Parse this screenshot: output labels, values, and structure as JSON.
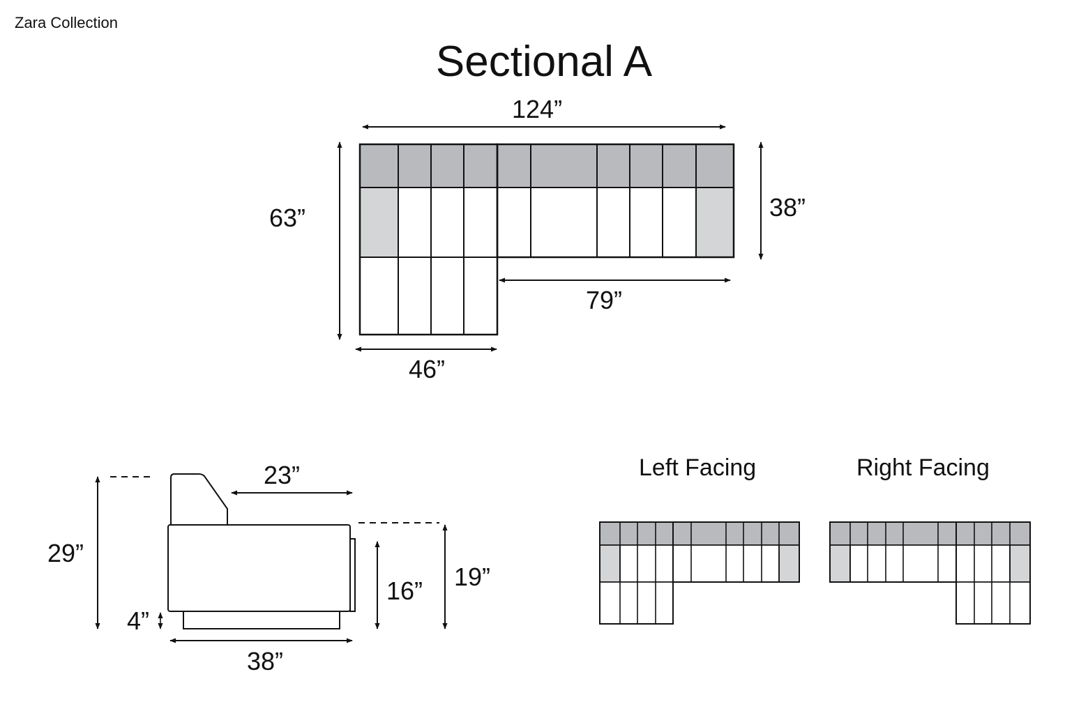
{
  "brand": "Zara Collection",
  "title": "Sectional A",
  "colors": {
    "back_cushion": "#b9babd",
    "arm": "#d4d5d7",
    "seat": "#ffffff",
    "stroke": "#111111"
  },
  "top_view": {
    "overall_width": "124”",
    "overall_depth": "63”",
    "sofa_depth": "38”",
    "sofa_length": "79”",
    "chaise_width": "46”"
  },
  "side_view": {
    "seat_depth": "23”",
    "overall_height": "29”",
    "seat_height": "19”",
    "cushion_height": "16”",
    "leg_height": "4”",
    "overall_depth": "38”"
  },
  "configurations": {
    "left_label": "Left Facing",
    "right_label": "Right Facing"
  }
}
